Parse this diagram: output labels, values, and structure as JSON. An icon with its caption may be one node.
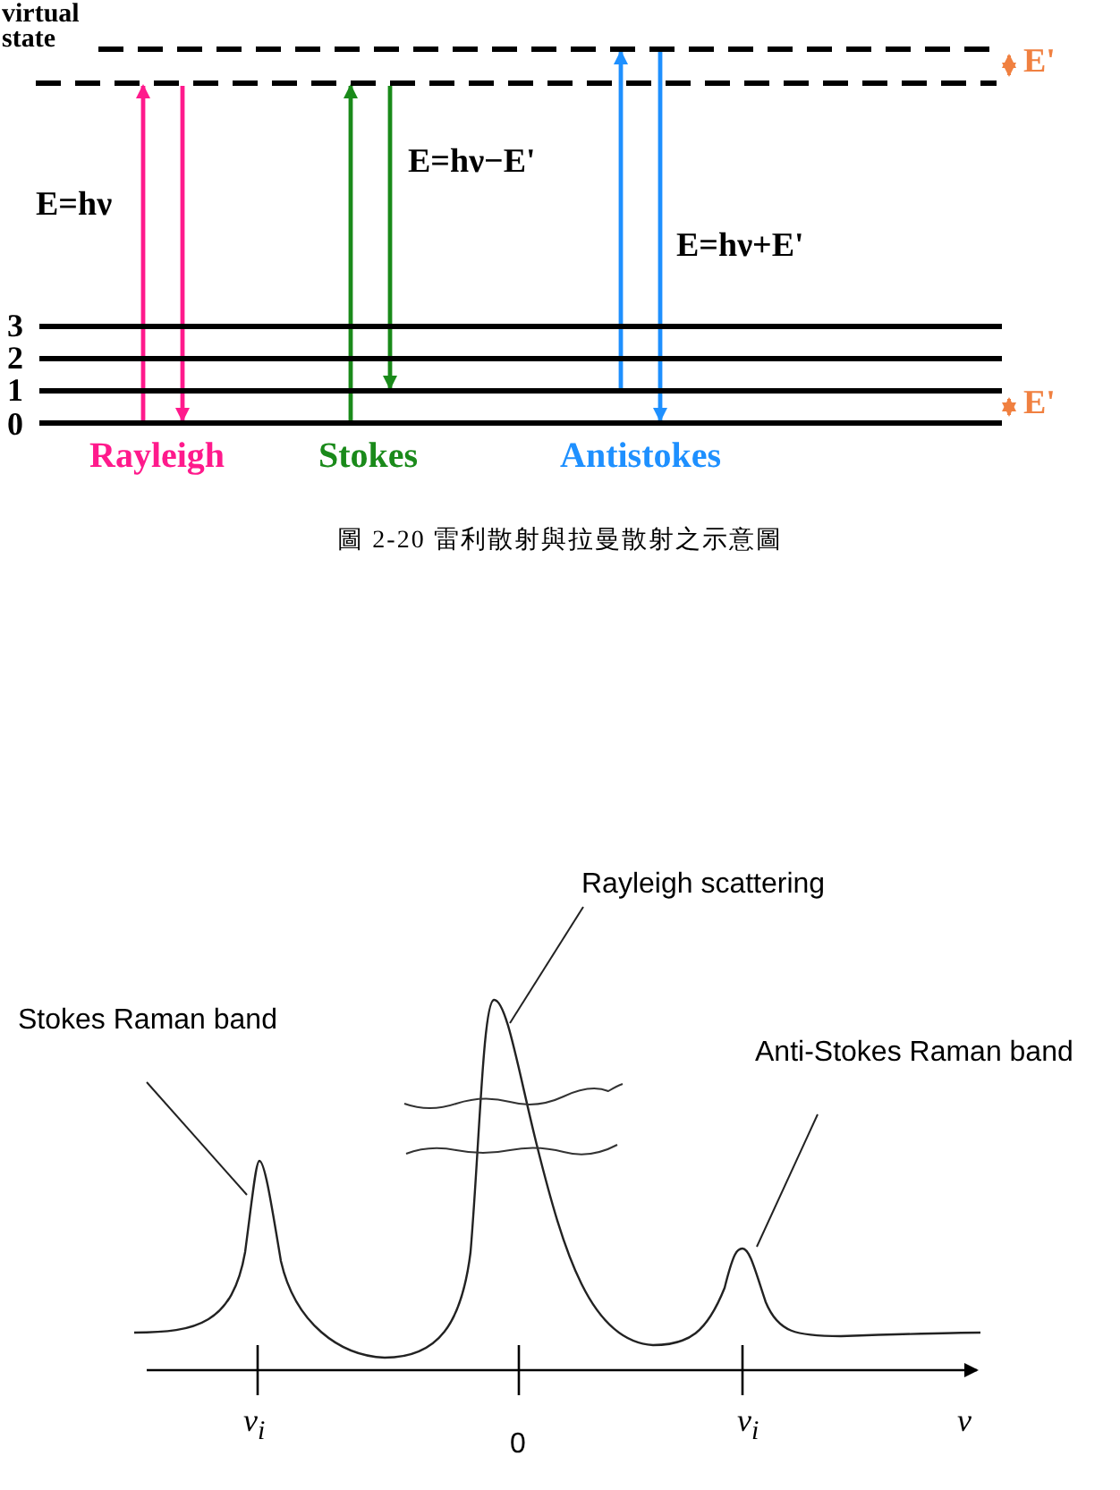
{
  "diagram": {
    "caption": "圖 2-20 雷利散射與拉曼散射之示意圖",
    "nodes": [
      {
        "text": [],
        "shape": "bar"
      },
      {
        "text": [],
        "shape": "bar"
      },
      {
        "text": [],
        "shape": "bar"
      },
      {
        "text": [],
        "shape": "bar"
      },
      {
        "text": [],
        "shape": "bar"
      },
      {
        "text": [],
        "shape": "bar"
      },
      {
        "text": [
          "Rayleigh scattering"
        ]
      },
      {
        "text": [
          "Stokes Raman band"
        ]
      },
      {
        "text": [
          "Anti-Stokes Raman band"
        ]
      }
    ],
    "edges": [
      {
        "from": 5,
        "to": 1,
        "arrow": "to",
        "color": "#ff1a8c",
        "label": "E=hν"
      },
      {
        "from": 1,
        "to": 5,
        "arrow": "to",
        "color": "#ff1a8c"
      },
      {
        "from": 5,
        "to": 1,
        "arrow": "to",
        "color": "#1a8a1a"
      },
      {
        "from": 1,
        "to": 4,
        "arrow": "to",
        "color": "#1a8a1a",
        "label": "E=hν−E'"
      },
      {
        "from": 4,
        "to": 0,
        "arrow": "to",
        "color": "#1e90ff"
      },
      {
        "from": 0,
        "to": 5,
        "arrow": "to",
        "color": "#1e90ff",
        "label": "E=hν+E'"
      },
      {
        "from": 6,
        "to": null,
        "arrow": "none"
      },
      {
        "from": 7,
        "to": null,
        "arrow": "none"
      },
      {
        "from": 8,
        "to": null,
        "arrow": "none"
      }
    ],
    "labels": [
      "virtual state",
      "E'",
      "3",
      "2",
      "1",
      "0",
      "E'",
      "Rayleigh",
      "Stokes",
      "Antistokes",
      "ν$_{i}$",
      "0",
      "ν$_{i}$",
      "ν"
    ]
  }
}
